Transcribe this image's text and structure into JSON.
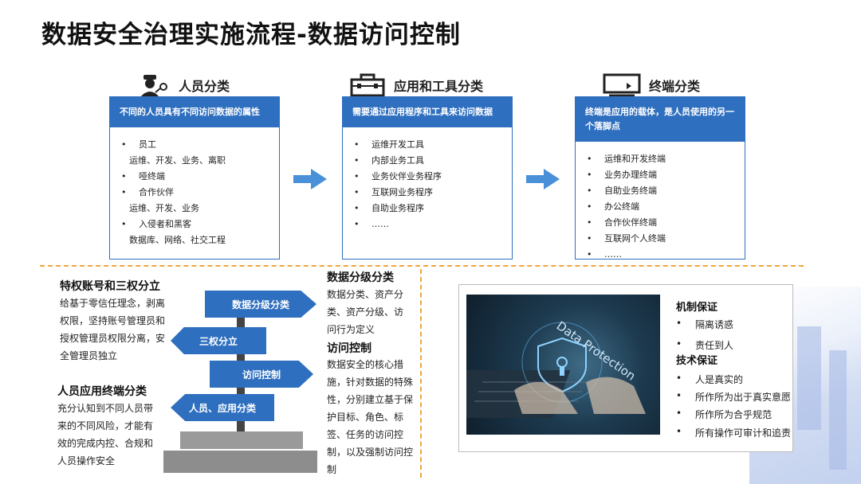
{
  "title": "数据安全治理实施流程-数据访问控制",
  "columns": [
    {
      "heading": "人员分类",
      "icon": "person-with-key-icon",
      "top_text": "不同的人员具有不同访问数据的属性",
      "items": [
        {
          "bullet": "•",
          "text": "员工",
          "sub": false
        },
        {
          "bullet": "",
          "text": "运维、开发、业务、离职",
          "sub": true
        },
        {
          "bullet": "•",
          "text": "哑终端",
          "sub": false
        },
        {
          "bullet": "•",
          "text": "合作伙伴",
          "sub": false
        },
        {
          "bullet": "",
          "text": "运维、开发、业务",
          "sub": true
        },
        {
          "bullet": "•",
          "text": "入侵者和黑客",
          "sub": false
        },
        {
          "bullet": "",
          "text": "数据库、网络、社交工程",
          "sub": true
        }
      ]
    },
    {
      "heading": "应用和工具分类",
      "icon": "toolbox-icon",
      "top_text": "需要通过应用程序和工具来访问数据",
      "items": [
        {
          "bullet": "•",
          "text": "运维开发工具"
        },
        {
          "bullet": "•",
          "text": "内部业务工具"
        },
        {
          "bullet": "•",
          "text": "业务伙伴业务程序"
        },
        {
          "bullet": "•",
          "text": "互联网业务程序"
        },
        {
          "bullet": "•",
          "text": "自助业务程序"
        },
        {
          "bullet": "•",
          "text": "……"
        }
      ]
    },
    {
      "heading": "终端分类",
      "icon": "monitor-icon",
      "top_text": "终端是应用的载体，是人员使用的另一个落脚点",
      "items": [
        {
          "bullet": "•",
          "text": "运维和开发终端"
        },
        {
          "bullet": "•",
          "text": "业务办理终端"
        },
        {
          "bullet": "•",
          "text": "自助业务终端"
        },
        {
          "bullet": "•",
          "text": "办公终端"
        },
        {
          "bullet": "•",
          "text": "合作伙伴终端"
        },
        {
          "bullet": "•",
          "text": "互联网个人终端"
        },
        {
          "bullet": "•",
          "text": "……"
        }
      ]
    }
  ],
  "left": {
    "sec1_title": "特权账号和三权分立",
    "sec1_body": "给基于零信任理念，剥离权限，坚持账号管理员和授权管理员权限分离，安全管理员独立",
    "sec2_title": "人员应用终端分类",
    "sec2_body": "充分认知到不同人员带来的不同风险，才能有效的完成内控、合规和人员操作安全"
  },
  "signs": [
    "数据分级分类",
    "三权分立",
    "访问控制",
    "人员、应用分类"
  ],
  "middle": {
    "sec1_title": "数据分级分类",
    "sec1_body": "数据分类、资产分类、资产分级、访问行为定义",
    "sec2_title": "访问控制",
    "sec2_body": "数据安全的核心措施，针对数据的特殊性，分别建立基于保护目标、角色、标签、任务的访问控制，以及强制访问控制"
  },
  "right": {
    "photo_text": "Data Protection",
    "mech_title": "机制保证",
    "mech_items": [
      "隔离诱惑",
      "责任到人"
    ],
    "tech_title": "技术保证",
    "tech_items": [
      "人是真实的",
      "所作所为出于真实意愿",
      "所作所为合乎规范",
      "所有操作可审计和追责"
    ]
  },
  "colors": {
    "accent": "#2f6fbf",
    "divider": "#f2a63a",
    "arrow": "#4a90d9"
  }
}
